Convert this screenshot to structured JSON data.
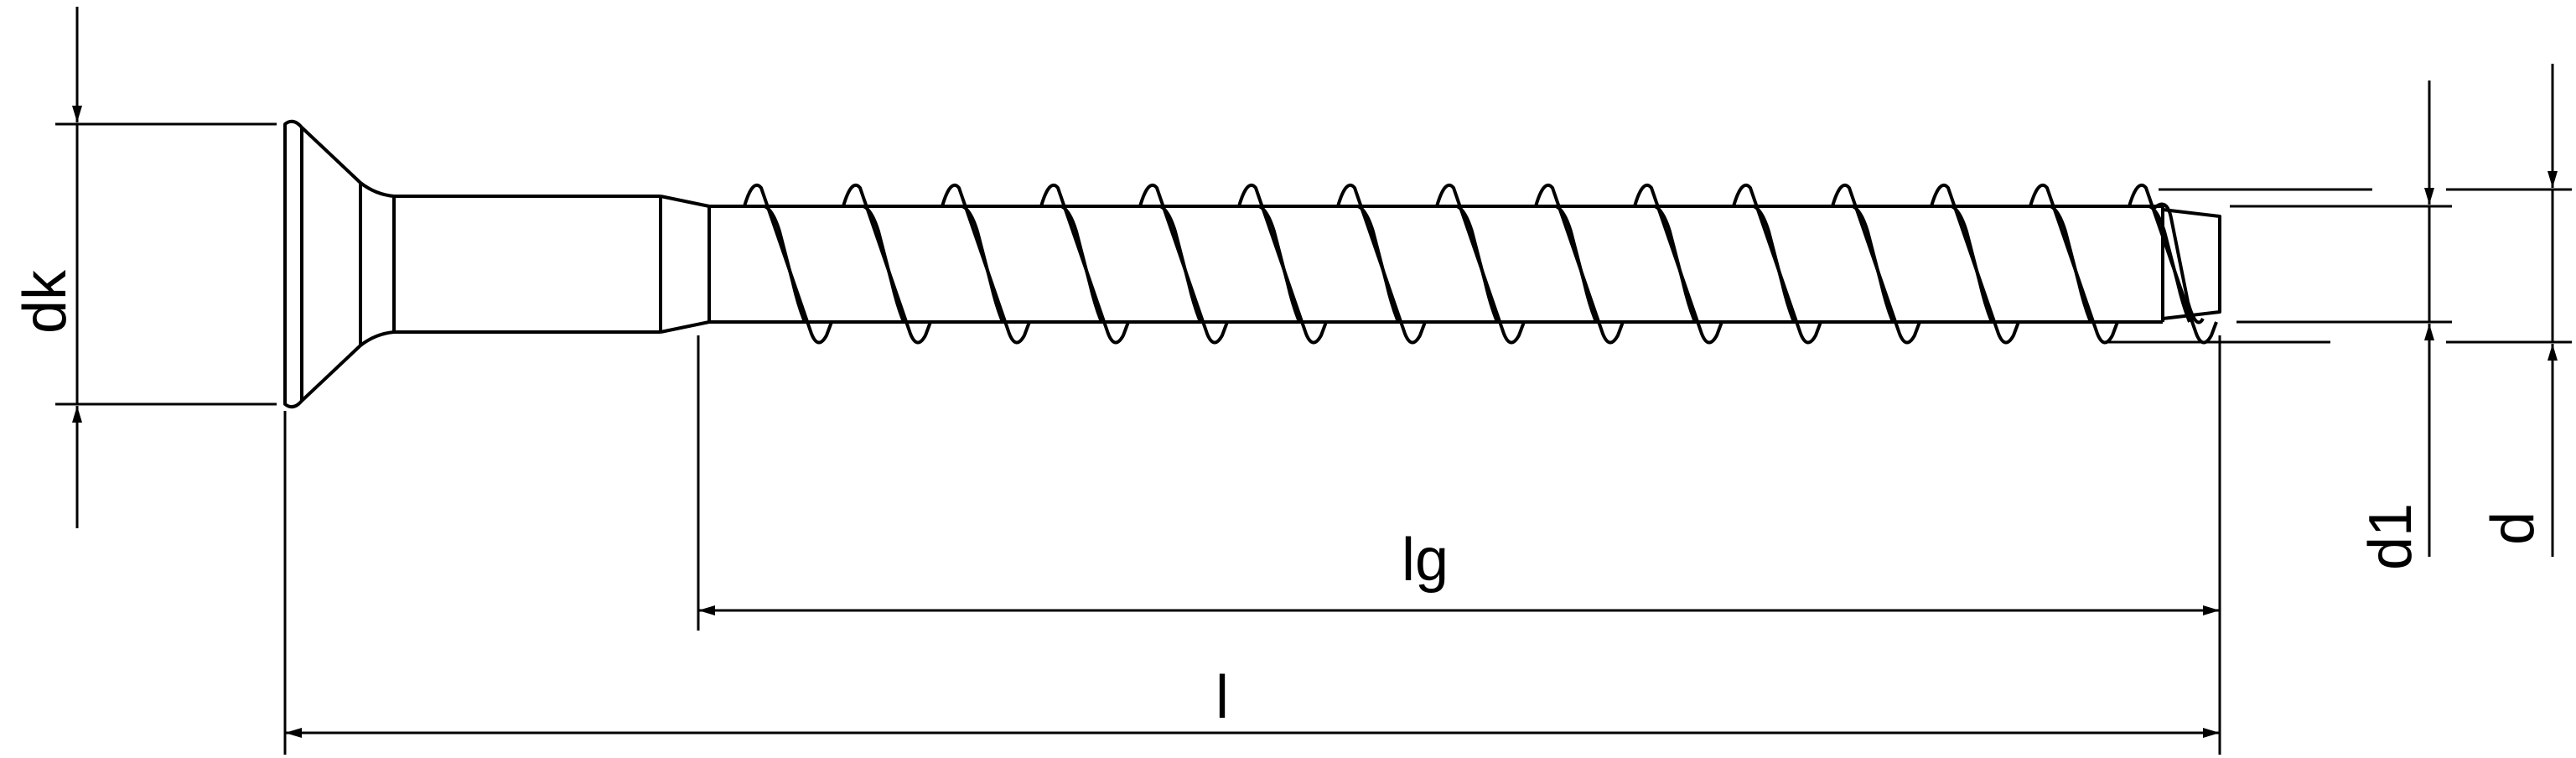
{
  "labels": {
    "head_diameter": "dk",
    "thread_length": "lg",
    "total_length": "l",
    "core_diameter": "d1",
    "thread_diameter": "d"
  },
  "colors": {
    "line": "#000000",
    "background": "#ffffff"
  },
  "thread_turns": 15
}
